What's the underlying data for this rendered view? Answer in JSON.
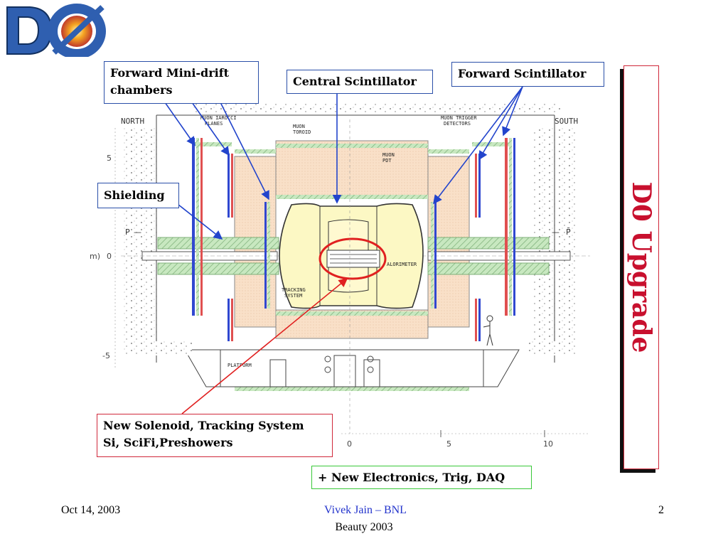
{
  "logo": {
    "text": "DØ"
  },
  "callouts": {
    "mini_drift_line1": "Forward Mini-drift",
    "mini_drift_line2": "chambers",
    "central_scint": "Central Scintillator",
    "forward_scint": "Forward Scintillator",
    "shielding": "Shielding",
    "solenoid_line1": "New Solenoid, Tracking System",
    "solenoid_line2": "Si, SciFi,Preshowers",
    "electronics": "+ New Electronics, Trig, DAQ"
  },
  "title_banner": "D0 Upgrade",
  "drawing": {
    "north": "NORTH",
    "south": "SOUTH",
    "muon_iarocci_planes": [
      "MUON IAROCCI",
      "PLANES"
    ],
    "muon_toroid": [
      "MUON",
      "TOROID"
    ],
    "muon_trigger_detectors": [
      "MUON TRIGGER",
      "DETECTORS"
    ],
    "muon_pdt": [
      "MUON",
      "PDT"
    ],
    "calorimeter": "ALORIMETER",
    "tracking_system": [
      "TRACKING",
      "SYSTEM"
    ],
    "platform": "PLATFORM",
    "p_left": "P",
    "p_right": "P̄",
    "y_axis_prefix": "m)",
    "y_ticks": [
      "5",
      "0",
      "-5"
    ],
    "x_ticks": [
      "0",
      "5",
      "10"
    ]
  },
  "footer": {
    "date": "Oct 14, 2003",
    "author": "Vivek Jain – BNL",
    "conference": "Beauty 2003",
    "page": "2"
  },
  "colors": {
    "callout_blue": "#2a4fa8",
    "callout_red": "#d0283a",
    "callout_green": "#38c838",
    "title_red": "#c8102e",
    "calorimeter_yellow": "#fcf8c4",
    "toroid_orange": "#f9e0c8",
    "shield_green": "#c8e8c0",
    "arrow_blue": "#2244cc",
    "arrow_red": "#e02020",
    "author_blue": "#2233cc"
  }
}
